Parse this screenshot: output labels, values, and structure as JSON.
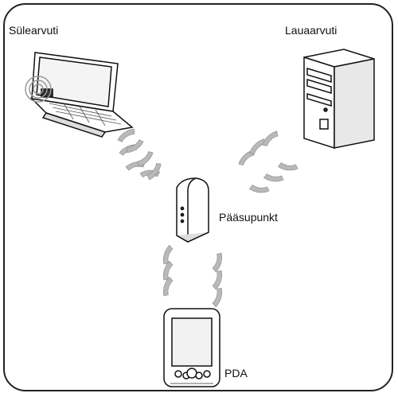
{
  "diagram": {
    "nodes": [
      {
        "id": "laptop",
        "label": "Sülearvuti",
        "icon": "laptop-icon"
      },
      {
        "id": "desktop",
        "label": "Lauaarvuti",
        "icon": "desktop-tower-icon"
      },
      {
        "id": "ap",
        "label": "Pääsupunkt",
        "icon": "access-point-icon"
      },
      {
        "id": "pda",
        "label": "PDA",
        "icon": "pda-icon"
      }
    ],
    "links": [
      {
        "from": "laptop",
        "to": "ap",
        "type": "wireless"
      },
      {
        "from": "desktop",
        "to": "ap",
        "type": "wireless"
      },
      {
        "from": "pda",
        "to": "ap",
        "type": "wireless"
      }
    ],
    "colors": {
      "line": "#111111",
      "wave": "#b9b9b9",
      "wave_dark": "#8a8a8a",
      "fill": "#ffffff",
      "shade": "#d8d8d8"
    }
  }
}
